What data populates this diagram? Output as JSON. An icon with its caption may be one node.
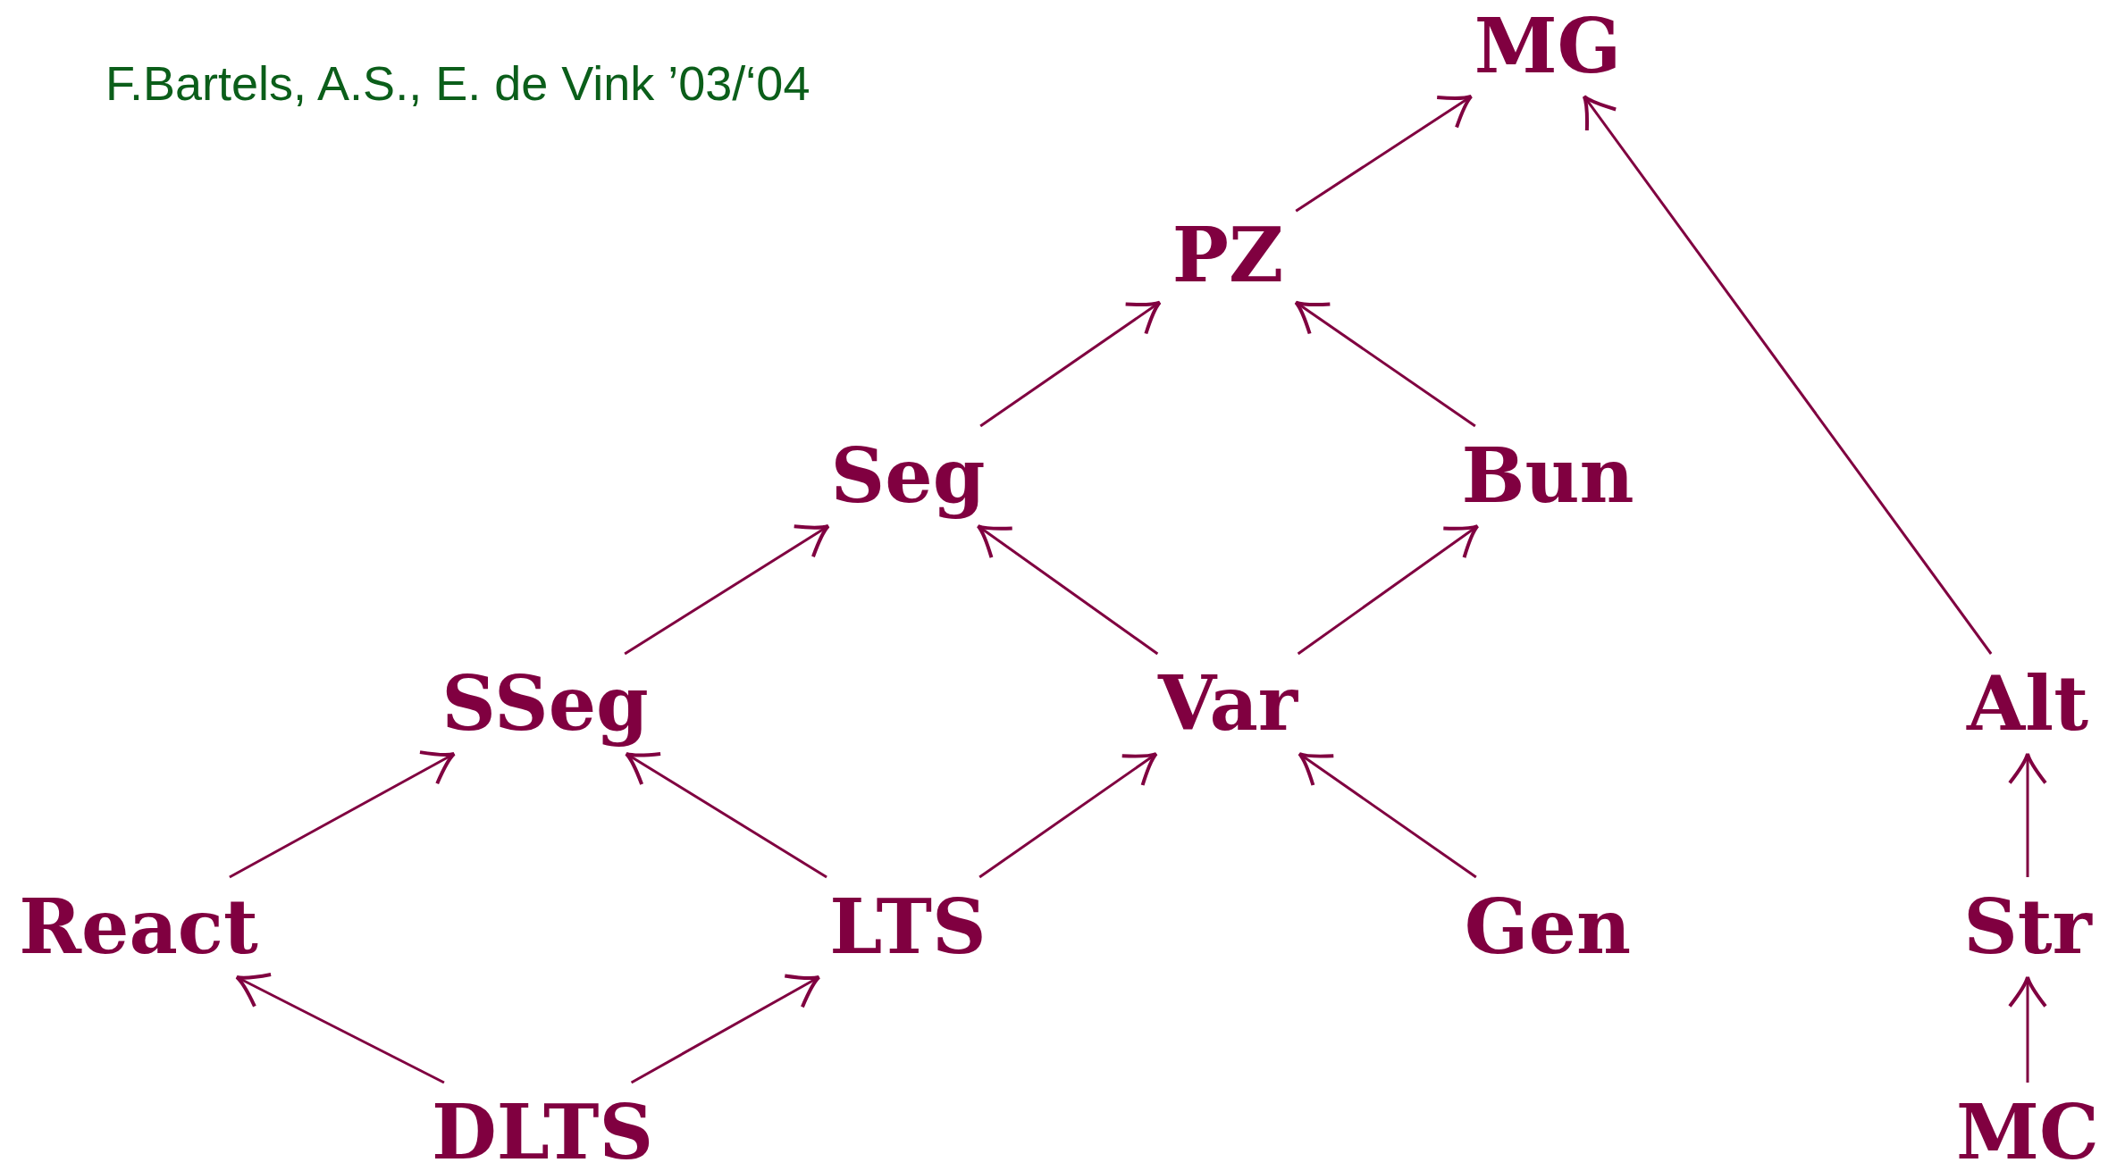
{
  "diagram": {
    "nodes": [
      {
        "text": [
          "MG"
        ]
      },
      {
        "text": [
          "PZ"
        ]
      },
      {
        "text": [
          "Seg"
        ]
      },
      {
        "text": [
          "Bun"
        ]
      },
      {
        "text": [
          "SSeg"
        ]
      },
      {
        "text": [
          "Var"
        ]
      },
      {
        "text": [
          "Alt"
        ]
      },
      {
        "text": [
          "React"
        ]
      },
      {
        "text": [
          "LTS"
        ]
      },
      {
        "text": [
          "Gen"
        ]
      },
      {
        "text": [
          "Str"
        ]
      },
      {
        "text": [
          "DLTS"
        ]
      },
      {
        "text": [
          "MC"
        ]
      }
    ],
    "edges": [
      {
        "from": 1,
        "to": 0,
        "arrow": "to"
      },
      {
        "from": 6,
        "to": 0,
        "arrow": "to"
      },
      {
        "from": 2,
        "to": 1,
        "arrow": "to"
      },
      {
        "from": 3,
        "to": 1,
        "arrow": "to"
      },
      {
        "from": 4,
        "to": 2,
        "arrow": "to"
      },
      {
        "from": 5,
        "to": 2,
        "arrow": "to"
      },
      {
        "from": 5,
        "to": 3,
        "arrow": "to"
      },
      {
        "from": 7,
        "to": 4,
        "arrow": "to"
      },
      {
        "from": 8,
        "to": 4,
        "arrow": "to"
      },
      {
        "from": 8,
        "to": 5,
        "arrow": "to"
      },
      {
        "from": 9,
        "to": 5,
        "arrow": "to"
      },
      {
        "from": 10,
        "to": 6,
        "arrow": "to"
      },
      {
        "from": 12,
        "to": 10,
        "arrow": "to"
      },
      {
        "from": 11,
        "to": 7,
        "arrow": "to"
      },
      {
        "from": 11,
        "to": 8,
        "arrow": "to"
      }
    ],
    "labels": [
      "F.Bartels, A.S., E. de Vink ’03/‘04"
    ]
  }
}
